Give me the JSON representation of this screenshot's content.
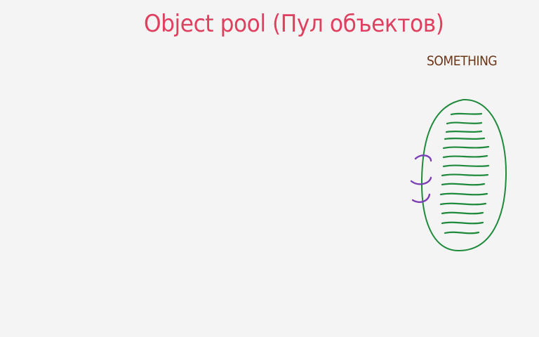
{
  "title": "Object pool (Пул объектов)",
  "container_label": "SOMETHING",
  "colors": {
    "background": "#f4f4f4",
    "title": "#e0405f",
    "label": "#6b3518",
    "pool": "#1f8a3c",
    "arrows": "#7b3fb5"
  },
  "pool_items_count": 14,
  "arrows_count": 3
}
